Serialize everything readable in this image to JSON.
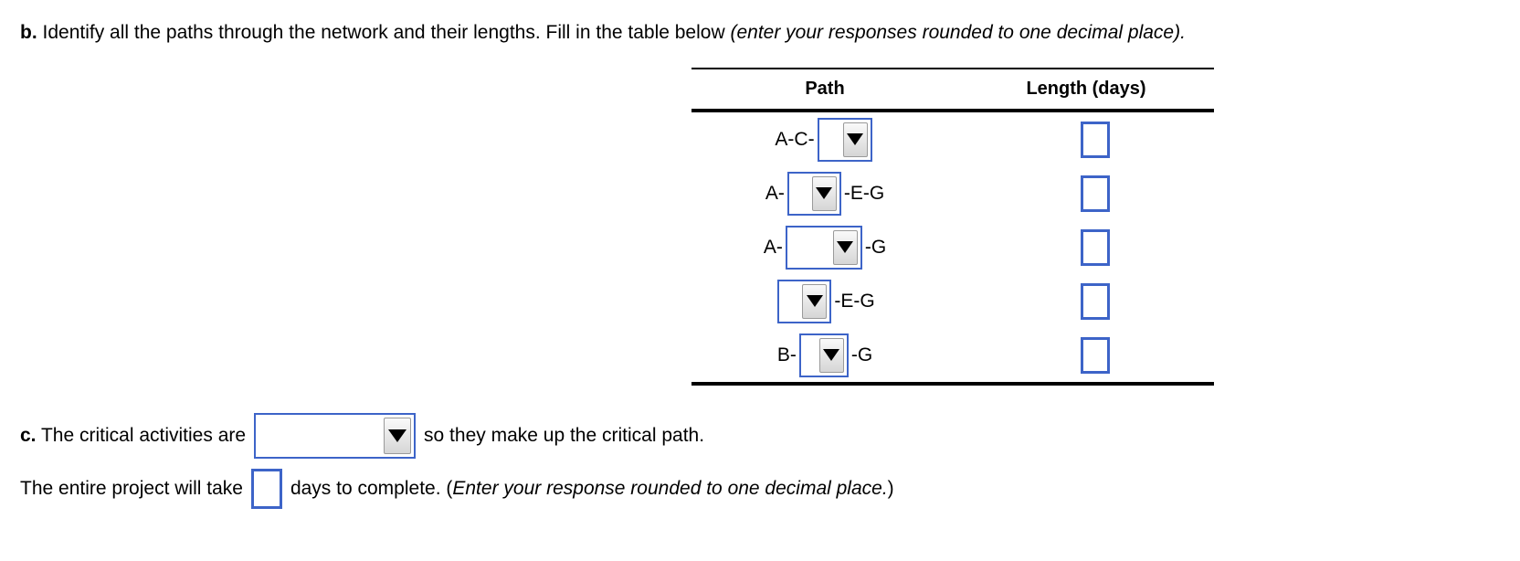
{
  "question_b": {
    "label": "b.",
    "text": " Identify all the paths through the network and their lengths. Fill in the table below ",
    "italic": "(enter your responses rounded to one decimal place)."
  },
  "table": {
    "headers": {
      "path": "Path",
      "length": "Length (days)"
    },
    "rows": [
      {
        "prefix": "A-C-",
        "suffix": ""
      },
      {
        "prefix": "A-",
        "suffix": "-E-G"
      },
      {
        "prefix": "A-",
        "suffix": "-G"
      },
      {
        "prefix": "",
        "suffix": "-E-G"
      },
      {
        "prefix": "B-",
        "suffix": "-G"
      }
    ]
  },
  "question_c": {
    "label": "c.",
    "text_before": " The critical activities are",
    "text_after": "so they make up the critical path."
  },
  "project_line": {
    "text_before": "The entire project will take",
    "text_mid": "days to complete. (",
    "italic": "Enter your response rounded to one decimal place.",
    "paren_close": ")"
  },
  "colors": {
    "accent_blue": "#3D64C8"
  }
}
